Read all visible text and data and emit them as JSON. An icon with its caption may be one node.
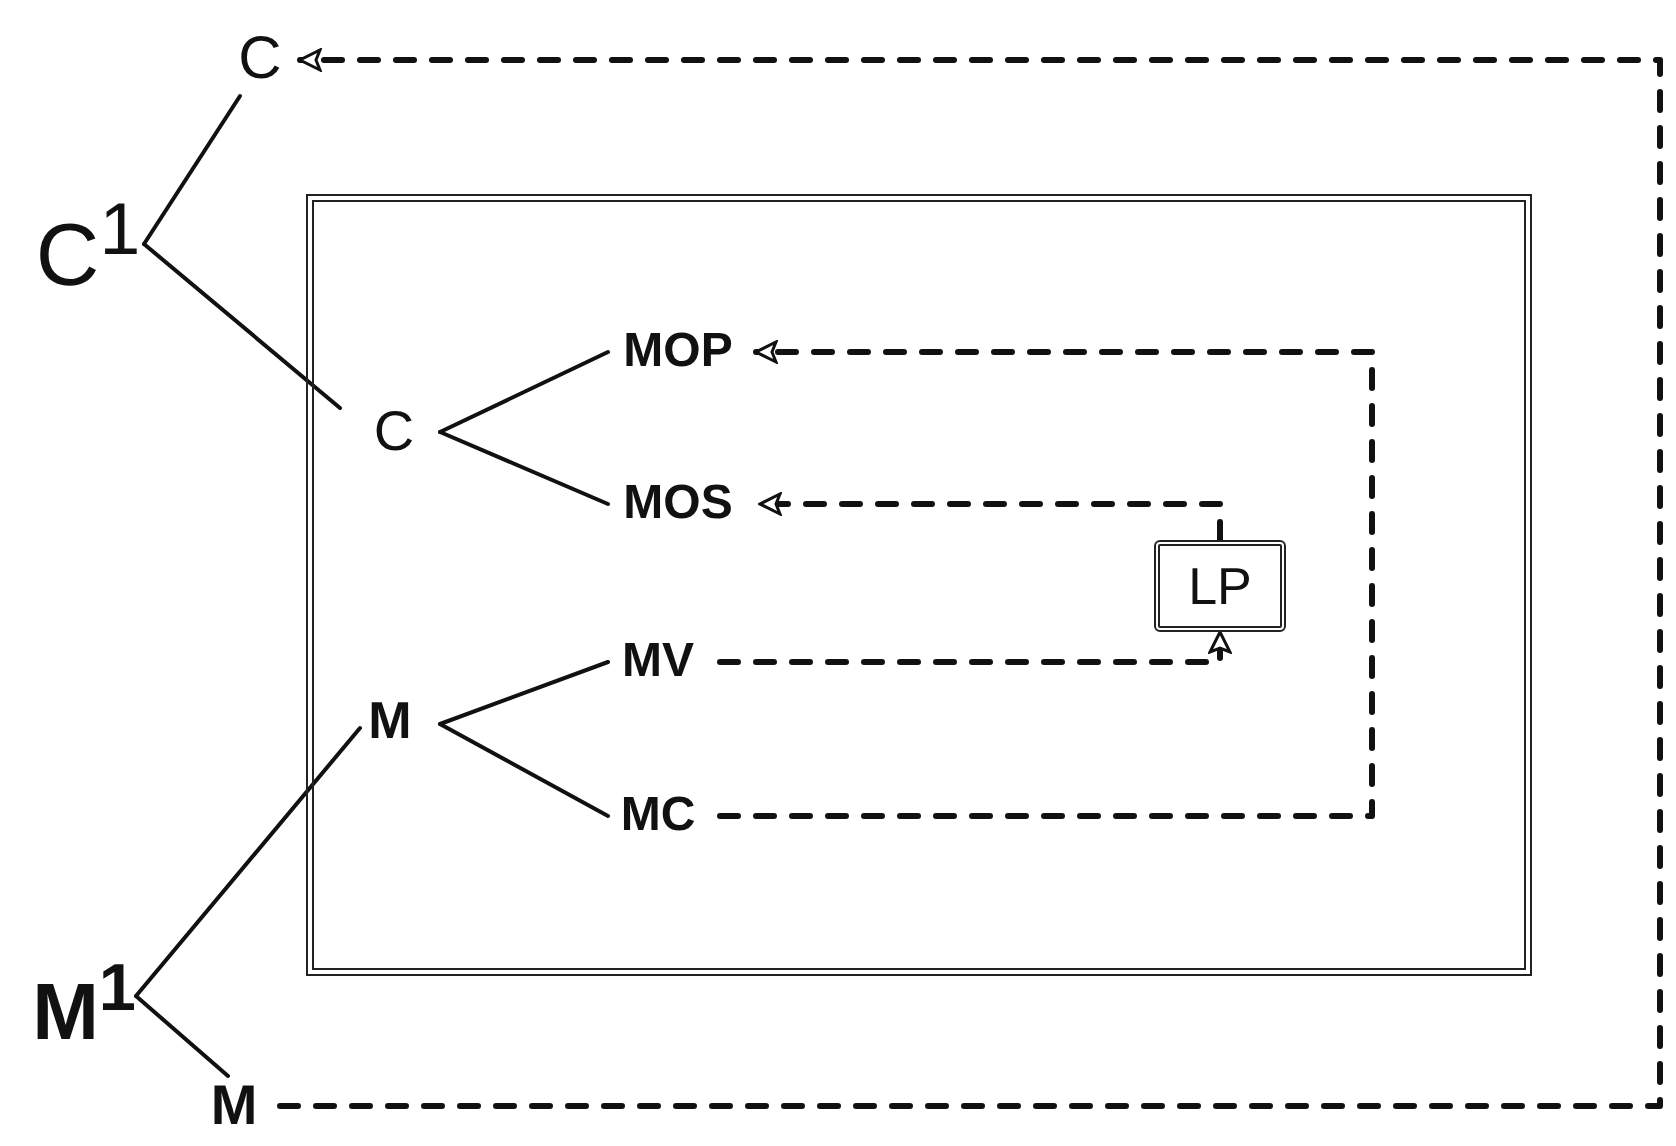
{
  "diagram": {
    "nodes": [
      {
        "text": [
          "C"
        ]
      },
      {
        "text": [
          "C$^{1}$"
        ]
      },
      {
        "text": [],
        "shape": "box"
      },
      {
        "text": [
          "C"
        ],
        "in": 2
      },
      {
        "text": [
          "MOP"
        ],
        "in": 2
      },
      {
        "text": [
          "MOS"
        ],
        "in": 2
      },
      {
        "text": [
          "LP"
        ],
        "in": 2
      },
      {
        "text": [
          "M"
        ],
        "in": 2
      },
      {
        "text": [
          "MV"
        ],
        "in": 2
      },
      {
        "text": [
          "MC"
        ],
        "in": 2
      },
      {
        "text": [
          "M$^{1}$"
        ]
      },
      {
        "text": [
          "M"
        ]
      }
    ],
    "edges": [
      {
        "from": 1,
        "to": 0,
        "arrow": "none"
      },
      {
        "from": 1,
        "to": 3,
        "arrow": "none"
      },
      {
        "from": 3,
        "to": 4,
        "arrow": "none"
      },
      {
        "from": 3,
        "to": 5,
        "arrow": "none"
      },
      {
        "from": 7,
        "to": 8,
        "arrow": "none"
      },
      {
        "from": 7,
        "to": 9,
        "arrow": "none"
      },
      {
        "from": 10,
        "to": 7,
        "arrow": "none"
      },
      {
        "from": 10,
        "to": 11,
        "arrow": "none"
      },
      {
        "from": 8,
        "to": 6,
        "arrow": "to",
        "style": "dashed"
      },
      {
        "from": 6,
        "to": 5,
        "arrow": "to",
        "style": "dashed"
      },
      {
        "from": 9,
        "to": 4,
        "arrow": "to",
        "style": "dashed"
      },
      {
        "from": 11,
        "to": 0,
        "arrow": "to",
        "style": "dashed"
      }
    ]
  }
}
